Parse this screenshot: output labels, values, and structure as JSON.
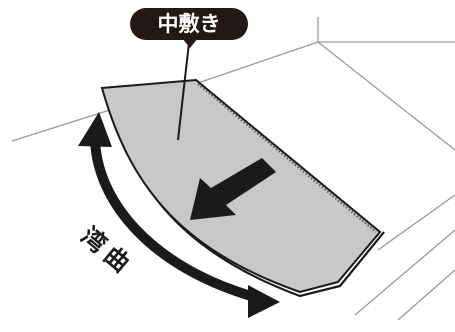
{
  "callout": {
    "label": "中敷き"
  },
  "side_label": {
    "chars": [
      "湾",
      "曲"
    ]
  },
  "colors": {
    "insole_fill": "#c8c8c8",
    "outline": "#1a1a1a",
    "arrow": "#1a1a1a",
    "callout_bg": "#231815",
    "callout_text": "#ffffff",
    "background": "#ffffff",
    "edge_lines": "#9a9a9a"
  }
}
